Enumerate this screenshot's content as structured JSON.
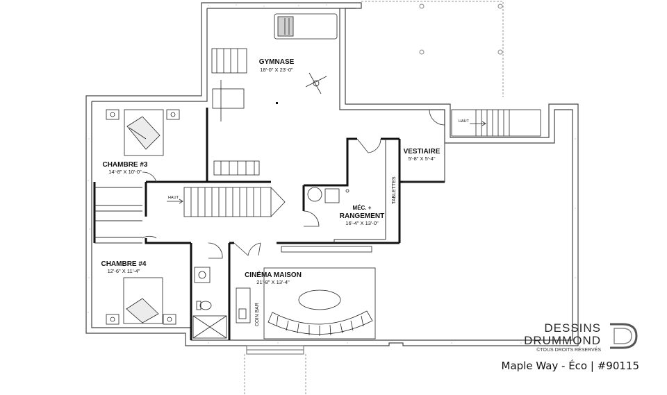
{
  "rooms": {
    "gym": {
      "name": "GYMNASE",
      "dims": "18'-0\" X 23'-0\""
    },
    "bedroom3": {
      "name": "CHAMBRE #3",
      "dims": "14'-8\" X 10'-0\""
    },
    "bedroom4": {
      "name": "CHAMBRE #4",
      "dims": "12'-6\" X 11'-4\""
    },
    "closet": {
      "name": "VESTIAIRE",
      "dims": "5'-8\" X 5'-4\""
    },
    "mech": {
      "name_line1": "MÉC. +",
      "name_line2": "RANGEMENT",
      "dims": "16'-4\" X 13'-0\""
    },
    "cinema": {
      "name": "CINÉMA MAISON",
      "dims": "21'-8\" X 13'-4\""
    }
  },
  "labels": {
    "shelves": "TABLETTES",
    "bar": "COIN BAR",
    "stairs_up_main": "HAUT",
    "stairs_up_side": "HAUT"
  },
  "brand": {
    "line1": "DESSINS",
    "line2": "DRUMMOND",
    "rights": "©TOUS DROITS RÉSERVÉS"
  },
  "caption": "Maple Way - Éco | #90115"
}
